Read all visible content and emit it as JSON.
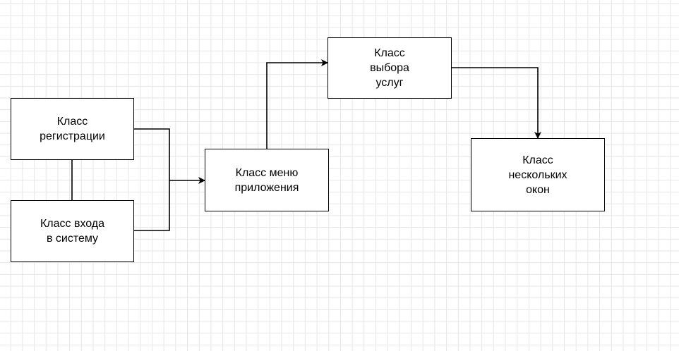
{
  "diagram": {
    "nodes": {
      "registration": {
        "label": "Класс\nрегистрации"
      },
      "login": {
        "label": "Класс входа\nв систему"
      },
      "app_menu": {
        "label": "Класс меню\nприложения"
      },
      "service_choice": {
        "label": "Класс\nвыбора\nуслуг"
      },
      "multi_window": {
        "label": "Класс\nнескольких\nокон"
      }
    },
    "edges": [
      {
        "from": "registration",
        "to": "login",
        "arrow": false
      },
      {
        "from": "registration",
        "to": "app_menu",
        "arrow": true
      },
      {
        "from": "login",
        "to": "app_menu",
        "arrow": true
      },
      {
        "from": "app_menu",
        "to": "service_choice",
        "arrow": true
      },
      {
        "from": "service_choice",
        "to": "multi_window",
        "arrow": true
      }
    ],
    "colors": {
      "stroke": "#000000",
      "node_fill": "#ffffff",
      "grid": "#e6e6e6",
      "background": "#ffffff"
    }
  }
}
